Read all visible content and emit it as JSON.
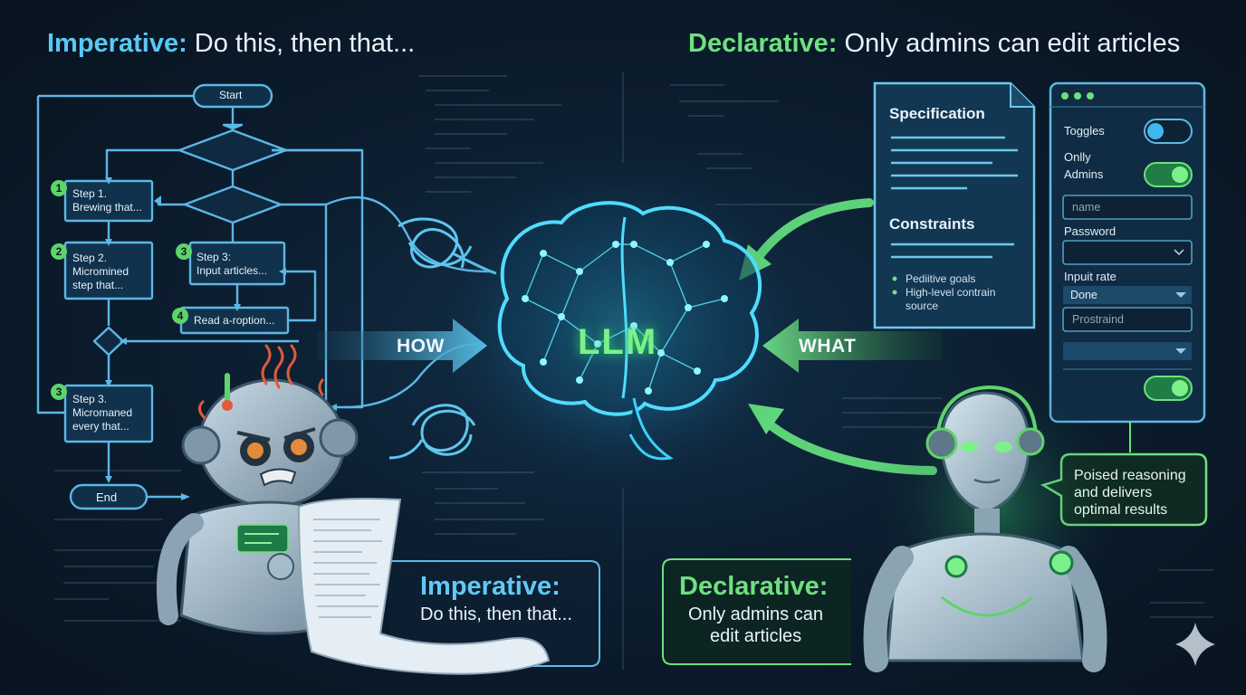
{
  "header": {
    "left_keyword": "Imperative:",
    "left_text": " Do this, then that...",
    "right_keyword": "Declarative:",
    "right_text": " Only admins can edit articles"
  },
  "flowchart": {
    "start": "Start",
    "end": "End",
    "steps": [
      {
        "badge": "1",
        "line1": "Step 1.",
        "line2": "Brewing that...",
        "line3": ""
      },
      {
        "badge": "2",
        "line1": "Step 2.",
        "line2": "Micromined",
        "line3": "step that..."
      },
      {
        "badge": "3",
        "line1": "Step 3:",
        "line2": "Input articles...",
        "line3": ""
      },
      {
        "badge": "4",
        "line1": "Read a-roption...",
        "line2": "",
        "line3": ""
      },
      {
        "badge": "3",
        "line1": "Step 3.",
        "line2": "Micromaned",
        "line3": "every that..."
      }
    ]
  },
  "center": {
    "llm_label": "LLM",
    "how_label": "HOW",
    "what_label": "WHAT"
  },
  "spec_doc": {
    "title": "Specification",
    "constraints_title": "Constraints",
    "bullets": [
      "Pediitive goals",
      "High-level contrain",
      "source"
    ]
  },
  "settings_panel": {
    "toggles_label": "Toggles",
    "only_admins_line1": "Onlly",
    "only_admins_line2": "Admins",
    "name_placeholder": "name",
    "password_label": "Password",
    "input_rate_label": "Inpuit rate",
    "done_label": "Done",
    "prostraind_placeholder": "Prostraind"
  },
  "bubble": {
    "line1": "Poised reasoning",
    "line2": "and delivers",
    "line3": "optimal results"
  },
  "bottom_left": {
    "title": "Imperative:",
    "subtitle": "Do this, then that..."
  },
  "bottom_right": {
    "title": "Declarative:",
    "line1": "Only admins can",
    "line2": "edit articles"
  },
  "colors": {
    "imperative_blue": "#59c8f5",
    "declarative_green": "#6fe07f",
    "background": "#0b1826"
  },
  "icons": [
    "brain-network-icon",
    "gear-icon",
    "sparkle-icon",
    "robot-icon",
    "android-icon",
    "paper-scroll-icon",
    "steam-icon",
    "thermometer-icon"
  ]
}
